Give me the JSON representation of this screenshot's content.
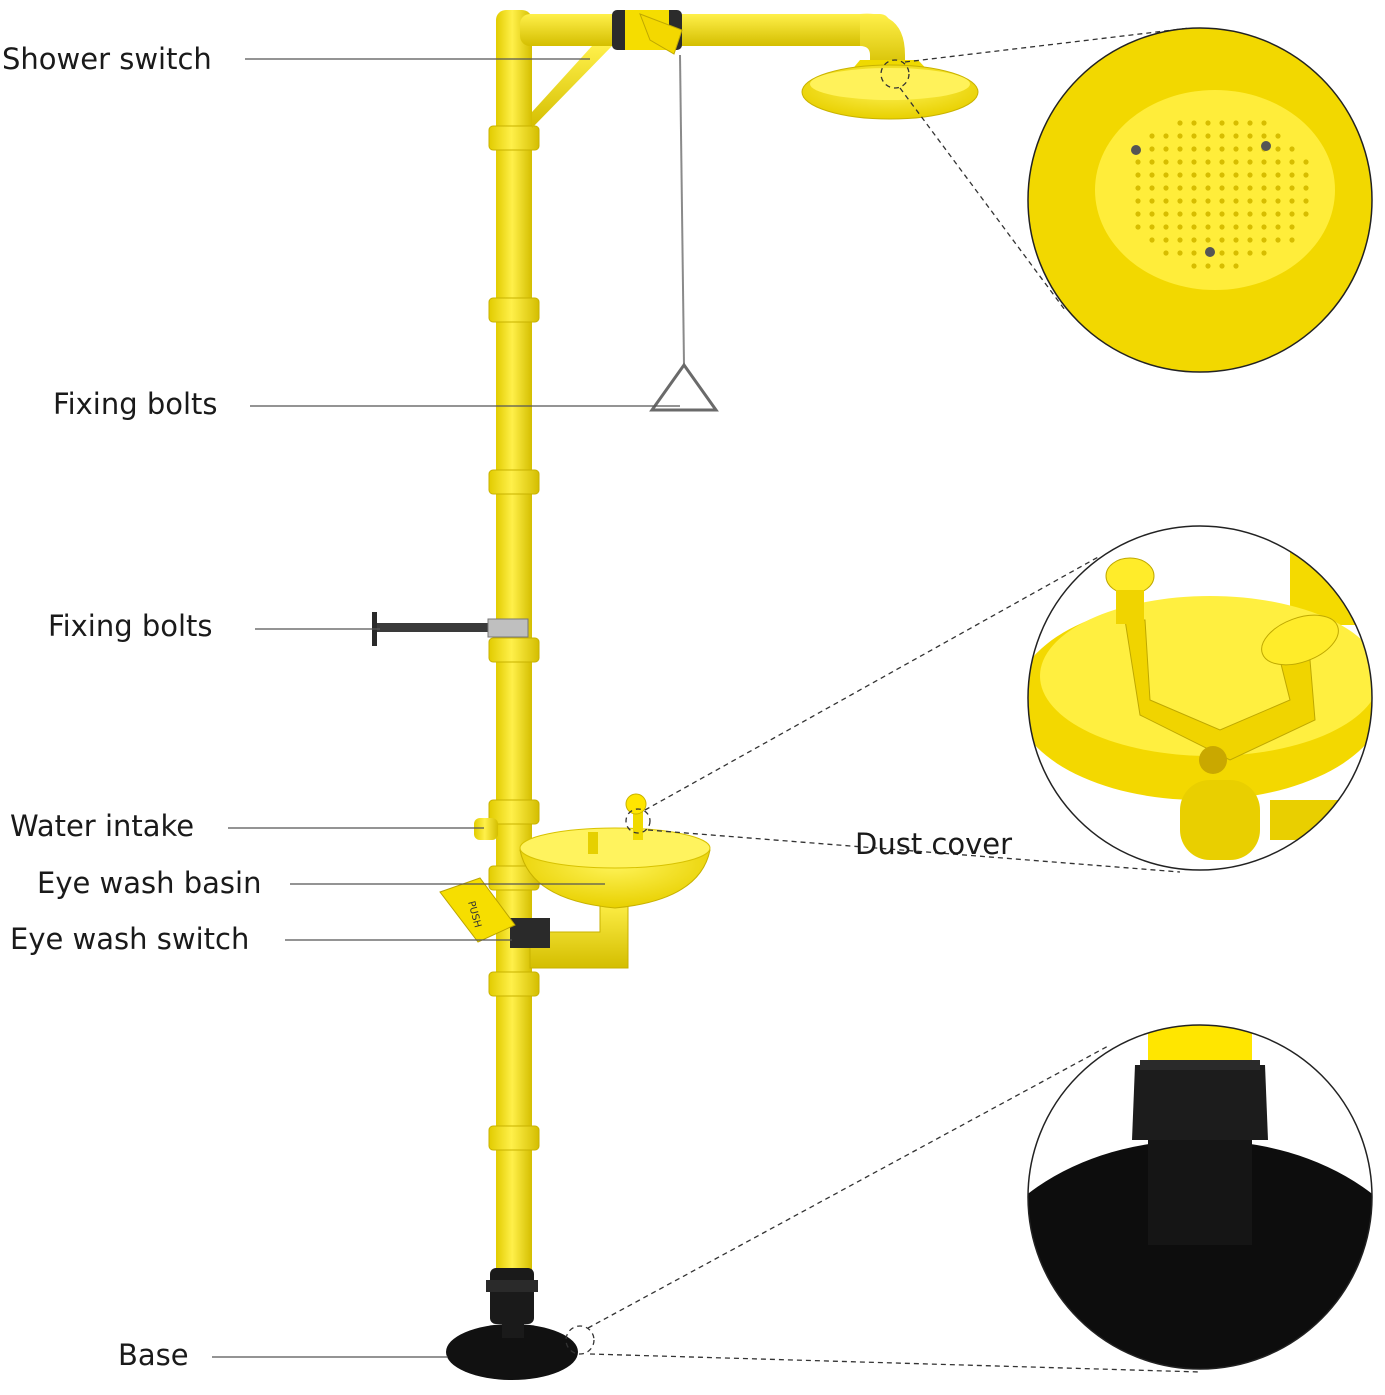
{
  "colors": {
    "pipe_yellow": "#F7E200",
    "pipe_shade": "#D9C400",
    "black": "#111111",
    "line": "#555555"
  },
  "labels": {
    "shower_switch": "Shower switch",
    "fixing_bolts_1": "Fixing bolts",
    "fixing_bolts_2": "Fixing bolts",
    "water_intake": "Water intake",
    "dust_cover": "Dust cover",
    "eye_wash_basin": "Eye wash basin",
    "eye_wash_switch": "Eye wash switch",
    "base": "Base"
  },
  "push_plate_text": "PUSH",
  "icons": [
    "shower-head-icon",
    "eye-wash-basin-icon",
    "base-plate-icon"
  ]
}
